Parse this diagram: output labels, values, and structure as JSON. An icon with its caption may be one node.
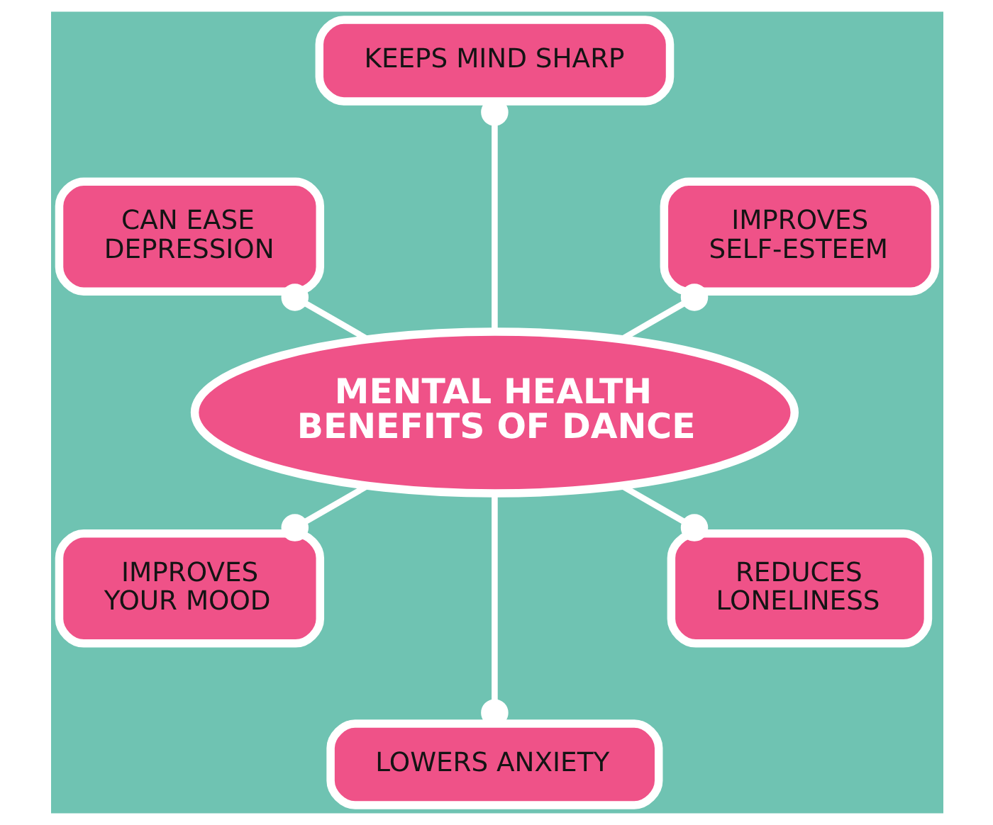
{
  "diagram": {
    "nodes": [
      {
        "text": [
          "KEEPS MIND SHARP"
        ]
      },
      {
        "text": [
          "CAN EASE DEPRESSION"
        ]
      },
      {
        "text": [
          "IMPROVES SELF-ESTEEM"
        ]
      },
      {
        "text": [
          "MENTAL HEALTH BENEFITS OF DANCE"
        ]
      },
      {
        "text": [
          "IMPROVES YOUR MOOD"
        ]
      },
      {
        "text": [
          "REDUCES LONELINESS"
        ]
      },
      {
        "text": [
          "LOWERS ANXIETY"
        ]
      }
    ],
    "edges": [
      {
        "from": 3,
        "to": 0,
        "arrow": "other"
      },
      {
        "from": 3,
        "to": 1,
        "arrow": "other"
      },
      {
        "from": 3,
        "to": 2,
        "arrow": "other"
      },
      {
        "from": 3,
        "to": 4,
        "arrow": "other"
      },
      {
        "from": 3,
        "to": 5,
        "arrow": "other"
      },
      {
        "from": 3,
        "to": 6,
        "arrow": "other"
      }
    ]
  }
}
